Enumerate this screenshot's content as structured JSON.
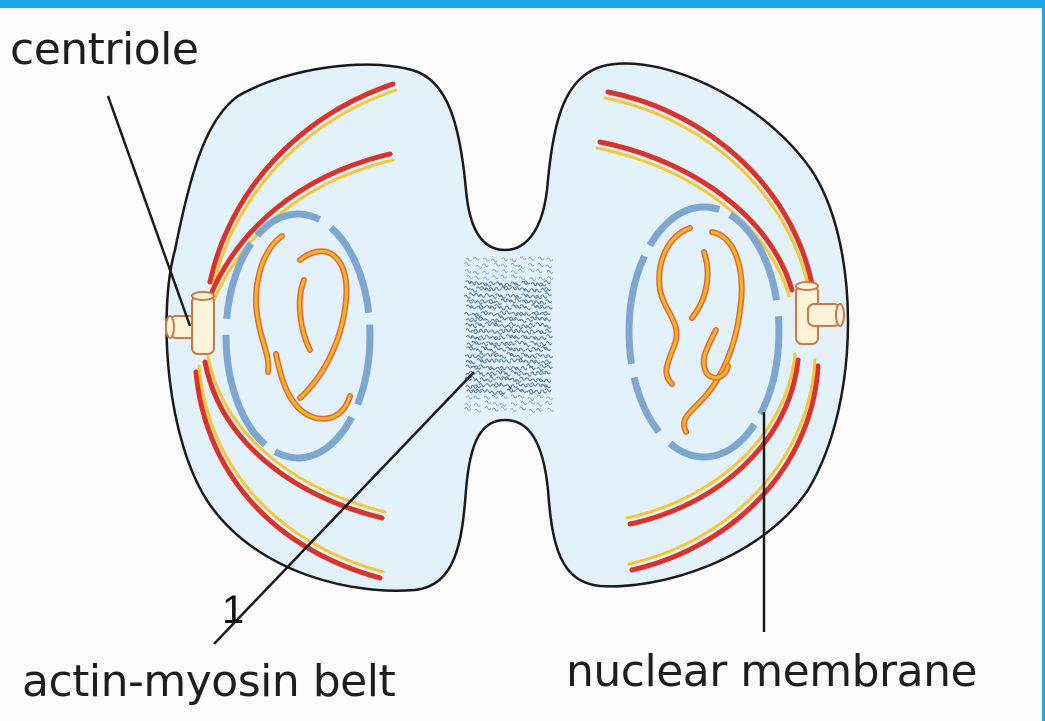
{
  "labels": {
    "centriole": "centriole",
    "actin_myosin_belt": "actin-myosin belt",
    "nuclear_membrane": "nuclear membrane",
    "marker": "1"
  },
  "colors": {
    "frame_bar": "#1aa6ea",
    "cytoplasm": "#e3f1fb",
    "cell_outline": "#1a1a1a",
    "spindle_red": "#d8342c",
    "spindle_yellow": "#f5c637",
    "nuclear_membrane_blue": "#7ea7cf",
    "chromosome_yellow": "#f2b52a",
    "chromosome_red": "#e06a35",
    "centriole_fill": "#fff4d9",
    "centriole_edge": "#c77a4a",
    "actin_myosin": "#4a6f8f"
  }
}
